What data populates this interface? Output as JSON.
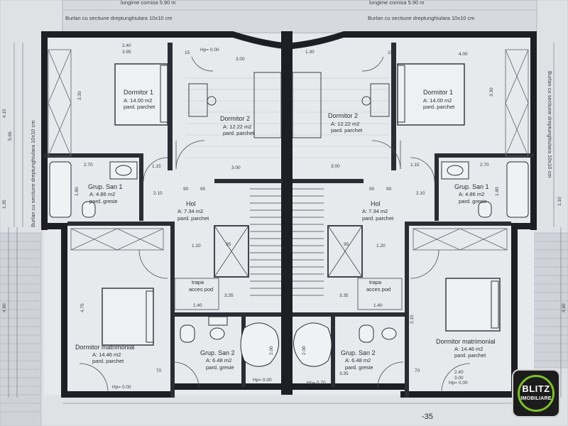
{
  "plan": {
    "top_notes": {
      "left_length": "lungime cornisa 5.90 m",
      "right_length": "lungime cornisa 5.90 m",
      "left_beam": "Burlan cu sectiune dreptunghiulara 10x10 cm",
      "right_beam": "Burlan cu sectiune dreptunghiulara 10x10 cm"
    },
    "side_notes": {
      "left": "Burlan cu sectiune dreptunghiulara 10x10 cm",
      "right": "Burlan cu sectiune dreptunghiulara 10x10 cm"
    },
    "rooms": {
      "d1l": {
        "name": "Dormitor 1",
        "area": "A: 14.00 m2",
        "finish": "pard. parchet"
      },
      "d1r": {
        "name": "Dormitor 1",
        "area": "A: 14.00 m2",
        "finish": "pard. parchet"
      },
      "d2l": {
        "name": "Dormitor 2",
        "area": "A: 12.22 m2",
        "finish": "pard. parchet"
      },
      "d2r": {
        "name": "Dormitor 2",
        "area": "A: 12.22 m2",
        "finish": "pard. parchet"
      },
      "gs1l": {
        "name": "Grup. San 1",
        "area": "A: 4.86 m2",
        "finish": "pard. gresie"
      },
      "gs1r": {
        "name": "Grup. San 1",
        "area": "A: 4.86 m2",
        "finish": "pard. gresie"
      },
      "holl": {
        "name": "Hol",
        "area": "A: 7.34 m2",
        "finish": "pard. parchet"
      },
      "holr": {
        "name": "Hol",
        "area": "A: 7.34 m2",
        "finish": "pard. parchet"
      },
      "dml": {
        "name": "Dormitor matrimonial",
        "area": "A: 14.46 m2",
        "finish": "pard. parchet"
      },
      "dmr": {
        "name": "Dormitor matrimonial",
        "area": "A: 14.46 m2",
        "finish": "pard. parchet"
      },
      "gs2l": {
        "name": "Grup. San 2",
        "area": "A: 6.48 m2",
        "finish": "pard. gresie"
      },
      "gs2r": {
        "name": "Grup. San 2",
        "area": "A: 6.48 m2",
        "finish": "pard. gresie"
      },
      "trapl": {
        "l1": "trapa",
        "l2": "acces pod"
      },
      "trapr": {
        "l1": "trapa",
        "l2": "acces pod"
      }
    },
    "dimensions": {
      "d_240": "2.40",
      "d_395": "3.95",
      "d_300": "3.00",
      "d_130": "1.30",
      "d_400": "4.00",
      "d_330": "3.30",
      "d_270": "2.70",
      "d_115": "1.15",
      "d_120": "1.20",
      "d_475": "4.75",
      "d_335": "3.35",
      "d_140": "1.40",
      "d_200": "2.00",
      "d_180": "1.80",
      "d_210": "2.10",
      "d_90": "90",
      "d_95": "95",
      "d_15": "15",
      "d_70": "70",
      "d_215": "2.15",
      "d_596": "5.96",
      "d_415": "4.15",
      "d_490": "4.90",
      "d_110": "1.10",
      "d_135": "1.35",
      "hp": "Hp= 0.00",
      "hp2": "Hp= 0.70"
    },
    "page_number": "-35"
  },
  "logo": {
    "line1": "BLITZ",
    "line2": "IMOBILIARE",
    "ring_color": "#7cbf2a"
  }
}
